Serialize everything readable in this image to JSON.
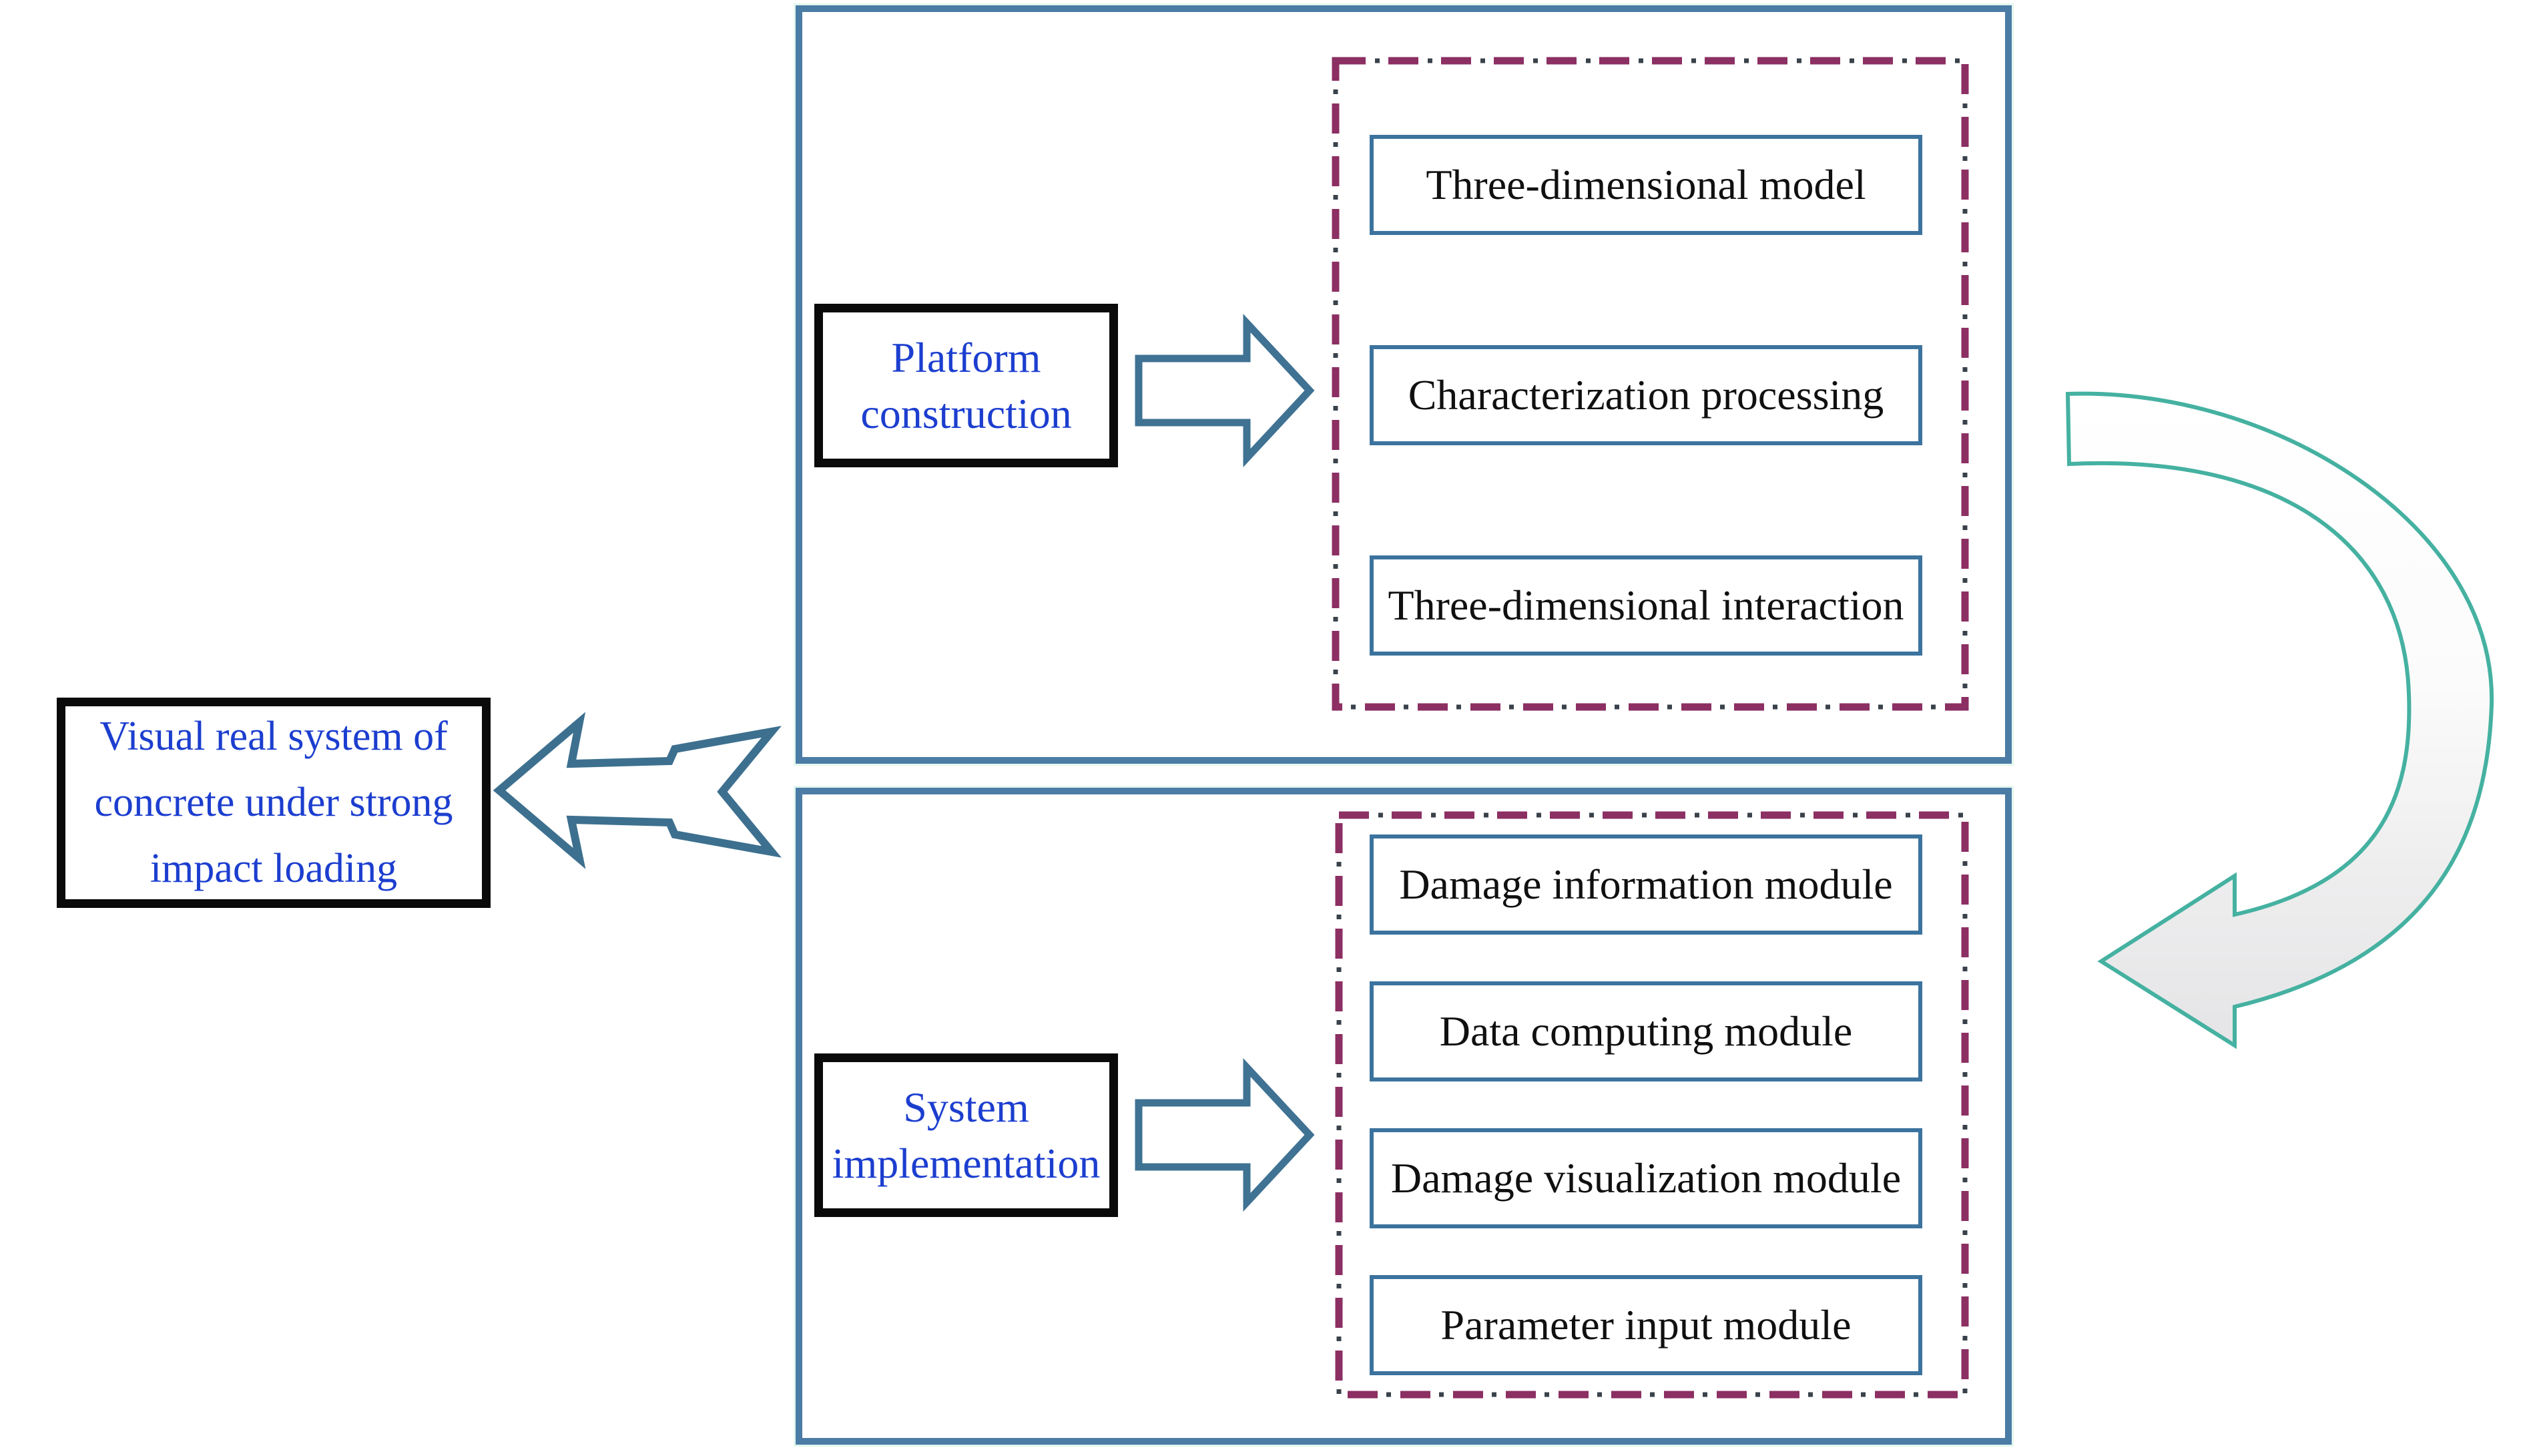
{
  "figure": {
    "type": "flowchart-diagram",
    "background": "#ffffff"
  },
  "colors": {
    "outer_container_border": "#4a7ca6",
    "module_box_border": "#3c739e",
    "dashed_group_border": "#8c2f63",
    "dashed_group_dot": "#39424a",
    "label_box_border": "#0a0a0a",
    "blue_text": "#1c3ecf",
    "black_text": "#101010",
    "block_arrow_outline": "#3f7293",
    "curved_arrow_outline": "#45b1a1",
    "curved_arrow_fill_shade": "#e5e5e7"
  },
  "left_box": {
    "lines": [
      "Visual real system of",
      "concrete under strong",
      "impact loading"
    ]
  },
  "top_section": {
    "label": {
      "lines": [
        "Platform",
        "construction"
      ]
    },
    "modules": [
      "Three-dimensional model",
      "Characterization processing",
      "Three-dimensional interaction"
    ]
  },
  "bottom_section": {
    "label": {
      "lines": [
        "System",
        "implementation"
      ]
    },
    "modules": [
      "Damage information module",
      "Data computing module",
      "Damage visualization module",
      "Parameter input module"
    ]
  }
}
